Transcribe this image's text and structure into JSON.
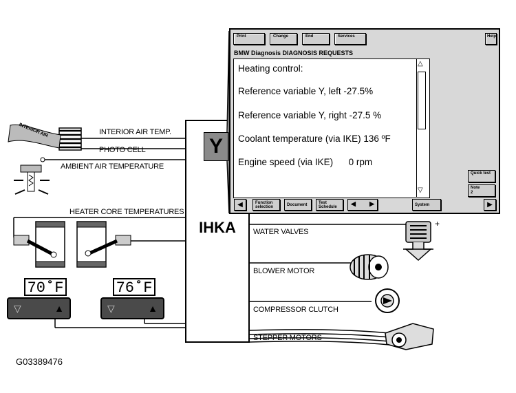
{
  "labels": {
    "interior_air_temp": "INTERIOR AIR TEMP.",
    "photo_cell": "PHOTO CELL",
    "ambient_air_temperature": "AMBIENT AIR TEMPERATURE",
    "heater_core_temperatures": "HEATER CORE TEMPERATURES",
    "water_valves": "WATER VALVES",
    "blower_motor": "BLOWER MOTOR",
    "compressor_clutch": "COMPRESSOR CLUTCH",
    "stepper_motors": "STEPPER MOTORS",
    "interior_air_tag": "INTERIOR AIR",
    "plus": "+"
  },
  "module": {
    "name": "IHKA",
    "y_label": "Y"
  },
  "screen": {
    "toolbar": [
      "Print",
      "Change",
      "End",
      "Services"
    ],
    "help": "Help",
    "title": "BMW Diagnosis DIAGNOSIS REQUESTS",
    "lines": [
      "Heating control:",
      "Reference variable Y, left -27.5%",
      "Reference variable Y, right -27.5 %",
      "Coolant temperature (via IKE) 136 ºF",
      "Engine speed (via IKE)      0 rpm"
    ],
    "side_buttons": {
      "quick_test": "Quick test",
      "note": "Note",
      "note_sub": "2"
    },
    "bottom": {
      "function_selection": "Function selection",
      "document": "Document",
      "test_schedule": "Test Schedule",
      "system": "System"
    },
    "arrows": {
      "left": "◀",
      "right": "▶",
      "up": "△",
      "down": "▽"
    }
  },
  "temps": {
    "left": "70˚F",
    "right": "76˚F"
  },
  "controls": {
    "down": "▽",
    "up": "▲"
  },
  "figure_code": "G03389476",
  "colors": {
    "screen_bg": "#d8d8d8",
    "control_bg": "#4a4a4a",
    "y_box": "#8a8a8a"
  }
}
